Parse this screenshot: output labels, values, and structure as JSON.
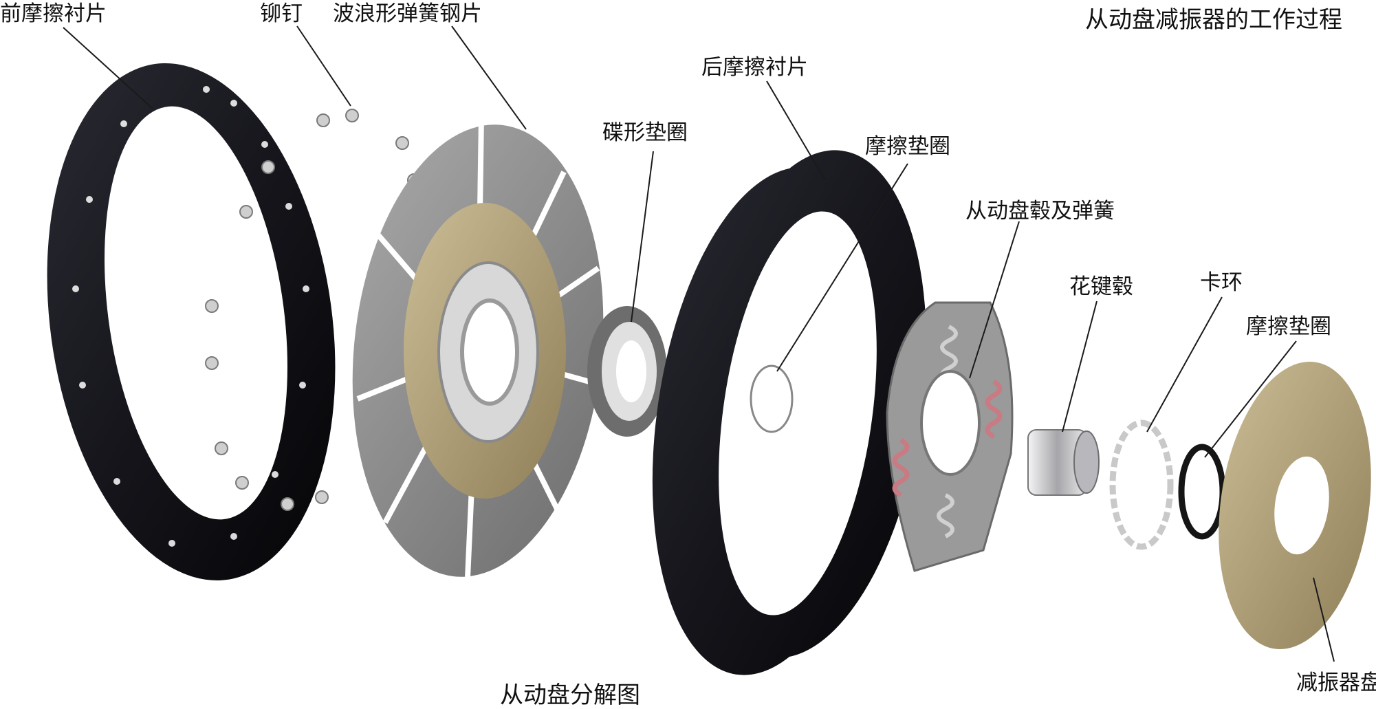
{
  "title_right": "从动盘减振器的工作过程",
  "caption_bottom": "从动盘分解图",
  "labels": {
    "front_friction_lining": "前摩擦衬片",
    "rivet": "铆钉",
    "wave_spring_steel_plate": "波浪形弹簧钢片",
    "disc_washer": "碟形垫圈",
    "rear_friction_lining": "后摩擦衬片",
    "friction_washer_1": "摩擦垫圈",
    "hub_and_springs": "从动盘毂及弹簧",
    "spline_hub": "花键毂",
    "snap_ring": "卡环",
    "friction_washer_2": "摩擦垫圈",
    "damper_plate": "减振器盘"
  },
  "colors": {
    "lining": "#1b1b22",
    "steel": "#8a8a8a",
    "brass": "#b3a27a",
    "spring": "#c97a82",
    "chrome": "#d9d9dc"
  }
}
